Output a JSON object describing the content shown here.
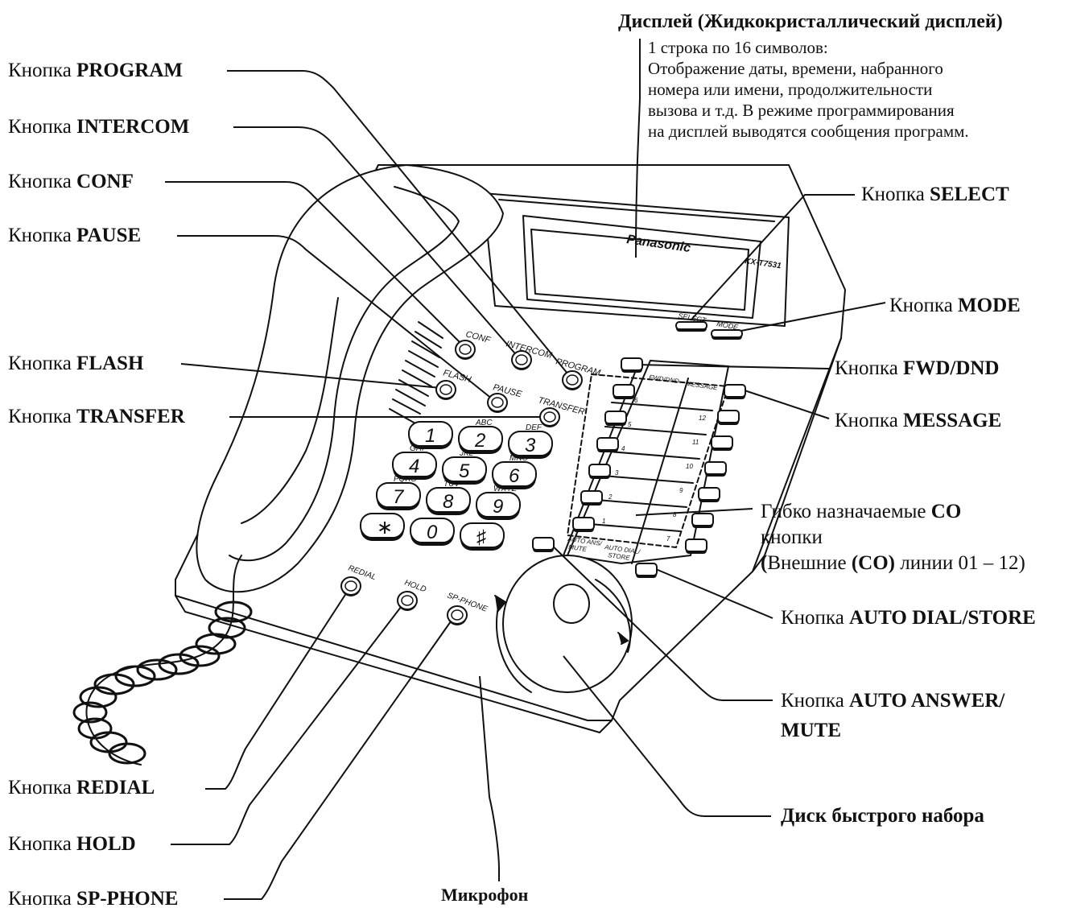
{
  "prefix": "Кнопка",
  "left_labels": [
    {
      "id": "program",
      "name": "PROGRAM"
    },
    {
      "id": "intercom",
      "name": "INTERCOM"
    },
    {
      "id": "conf",
      "name": "CONF"
    },
    {
      "id": "pause",
      "name": "PAUSE"
    },
    {
      "id": "flash",
      "name": "FLASH"
    },
    {
      "id": "transfer",
      "name": "TRANSFER"
    },
    {
      "id": "redial",
      "name": "REDIAL"
    },
    {
      "id": "hold",
      "name": "HOLD"
    },
    {
      "id": "spphone",
      "name": "SP-PHONE"
    }
  ],
  "right_labels": [
    {
      "id": "select",
      "name": "SELECT"
    },
    {
      "id": "mode",
      "name": "MODE"
    },
    {
      "id": "fwddnd",
      "name": "FWD/DND"
    },
    {
      "id": "message",
      "name": "MESSAGE"
    },
    {
      "id": "autodial",
      "name": "AUTO DIAL/STORE"
    }
  ],
  "auto_answer": {
    "line1": "AUTO ANSWER/",
    "line2": "MUTE"
  },
  "display": {
    "title": "Дисплей (Жидкокристаллический дисплей)",
    "lines": [
      "1 строка по 16 символов:",
      "Отображение даты, времени, набранного",
      "номера или имени, продолжительности",
      "вызова и т.д. В режиме программирования",
      "на дисплей выводятся сообщения программ."
    ]
  },
  "co_buttons": {
    "line1_plain": "Гибко назначаемые ",
    "line1_bold": "CO",
    "line2": "кнопки",
    "line3_open": "(",
    "line3_text": "Внешние ",
    "line3_co": "(CO)",
    "line3_rest": " линии 01 – 12)"
  },
  "jog_dial": "Диск быстрого набора",
  "microphone": "Микрофон",
  "phone_text": {
    "brand": "Panasonic",
    "model": "KX-T7531",
    "btn_select": "SELECT",
    "btn_mode": "MODE",
    "btn_conf": "CONF",
    "btn_intercom": "INTERCOM",
    "btn_program": "PROGRAM",
    "btn_flash": "FLASH",
    "btn_pause": "PAUSE",
    "btn_transfer": "TRANSFER",
    "btn_redial": "REDIAL",
    "btn_hold": "HOLD",
    "btn_spphone": "SP-PHONE",
    "card_fwd": "FWD/DND",
    "card_msg": "MESSAGE",
    "card_autoans1": "AUTO ANS/",
    "card_autoans2": "MUTE",
    "card_autodial1": "AUTO DIAL/",
    "card_autodial2": "STORE",
    "keys": [
      {
        "d": "1",
        "l": ""
      },
      {
        "d": "2",
        "l": "ABC"
      },
      {
        "d": "3",
        "l": "DEF"
      },
      {
        "d": "4",
        "l": "GHI"
      },
      {
        "d": "5",
        "l": "JKL"
      },
      {
        "d": "6",
        "l": "MNO"
      },
      {
        "d": "7",
        "l": "PQRS"
      },
      {
        "d": "8",
        "l": "TUV"
      },
      {
        "d": "9",
        "l": "WXYZ"
      },
      {
        "d": "∗",
        "l": ""
      },
      {
        "d": "0",
        "l": ""
      },
      {
        "d": "♯",
        "l": ""
      }
    ],
    "co_left_nums": [
      "6",
      "5",
      "4",
      "3",
      "2",
      "1"
    ],
    "co_right_nums": [
      "12",
      "11",
      "10",
      "9",
      "8",
      "7"
    ]
  }
}
